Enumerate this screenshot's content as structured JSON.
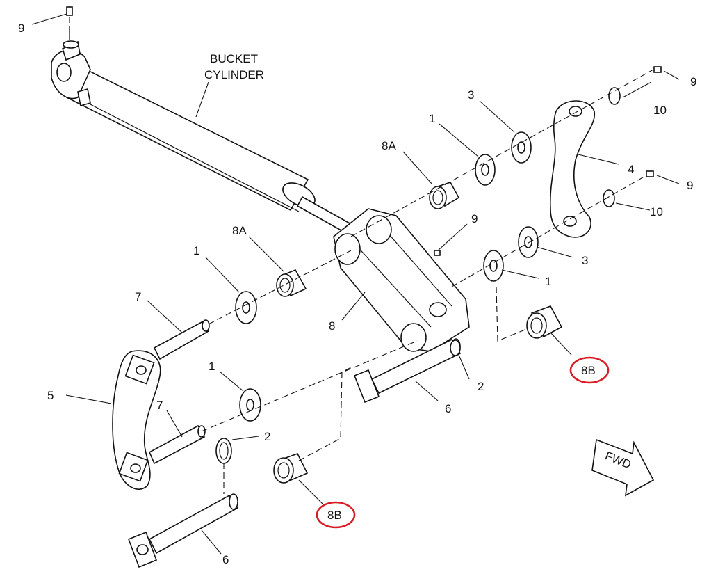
{
  "diagram": {
    "bucket_cylinder_label": [
      "BUCKET",
      "CYLINDER"
    ],
    "fwd_label": "FWD",
    "callouts": [
      "9",
      "3",
      "1",
      "8A",
      "9",
      "10",
      "4",
      "9",
      "10",
      "9",
      "8A",
      "1",
      "3",
      "1",
      "7",
      "8",
      "8B",
      "1",
      "2",
      "5",
      "6",
      "7",
      "2",
      "8B",
      "6"
    ],
    "highlight_color": "#d91b24"
  }
}
